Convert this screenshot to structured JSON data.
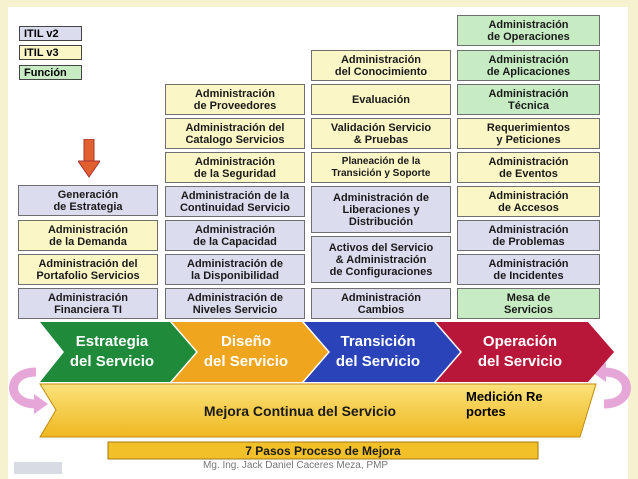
{
  "legend": {
    "v2": "ITIL v2",
    "v3": "ITIL v3",
    "fn": "Función"
  },
  "strategy": [
    "Generación\nde Estrategia",
    "Administración\nde la Demanda",
    "Administración del\nPortafolio Servicios",
    "Administración\nFinanciera TI"
  ],
  "design": [
    "Administración\nde Proveedores",
    "Administración del\nCatalogo Servicios",
    "Administración\nde la Seguridad",
    "Administración de la\nContinuidad Servicio",
    "Administración\nde la Capacidad",
    "Administración de\nla Disponibilidad",
    "Administración de\nNiveles Servicio"
  ],
  "transition": [
    "Administración\ndel Conocimiento",
    "Evaluación",
    "Validación Servicio\n& Pruebas",
    "Planeación de la\nTransición y Soporte",
    "Administración de\nLiberaciones y\nDistribución",
    "Activos del Servicio\n& Administración\nde Configuraciones",
    "Administración\nCambios"
  ],
  "operation": [
    "Administración\nde Operaciones",
    "Administración\nde Aplicaciones",
    "Administración\nTécnica",
    "Requerimientos\ny Peticiones",
    "Administración\nde Eventos",
    "Administración\nde Accesos",
    "Administración\nde Problemas",
    "Administración\nde Incidentes",
    "Mesa de\nServicios"
  ],
  "stages": [
    {
      "label": "Estrategia\ndel Servicio",
      "color": "#1e8a3a"
    },
    {
      "label": "Diseño\ndel Servicio",
      "color": "#f0a51e"
    },
    {
      "label": "Transición\ndel Servicio",
      "color": "#2a43b8"
    },
    {
      "label": "Operación\ndel Servicio",
      "color": "#b8173a"
    }
  ],
  "mejora": "Mejora Continua del Servicio",
  "pasos": "7 Pasos Proceso de Mejora",
  "medicion": "Medición Reportes",
  "footer": "Mg. Ing. Jack Daniel Caceres Meza, PMP",
  "colors": {
    "v2": "#dcdcef",
    "v3": "#fbf6c6",
    "fn": "#c7ecc3",
    "mejora": "#f5c92a",
    "arrow": "#e06030",
    "loop": "#e7a6d8"
  }
}
